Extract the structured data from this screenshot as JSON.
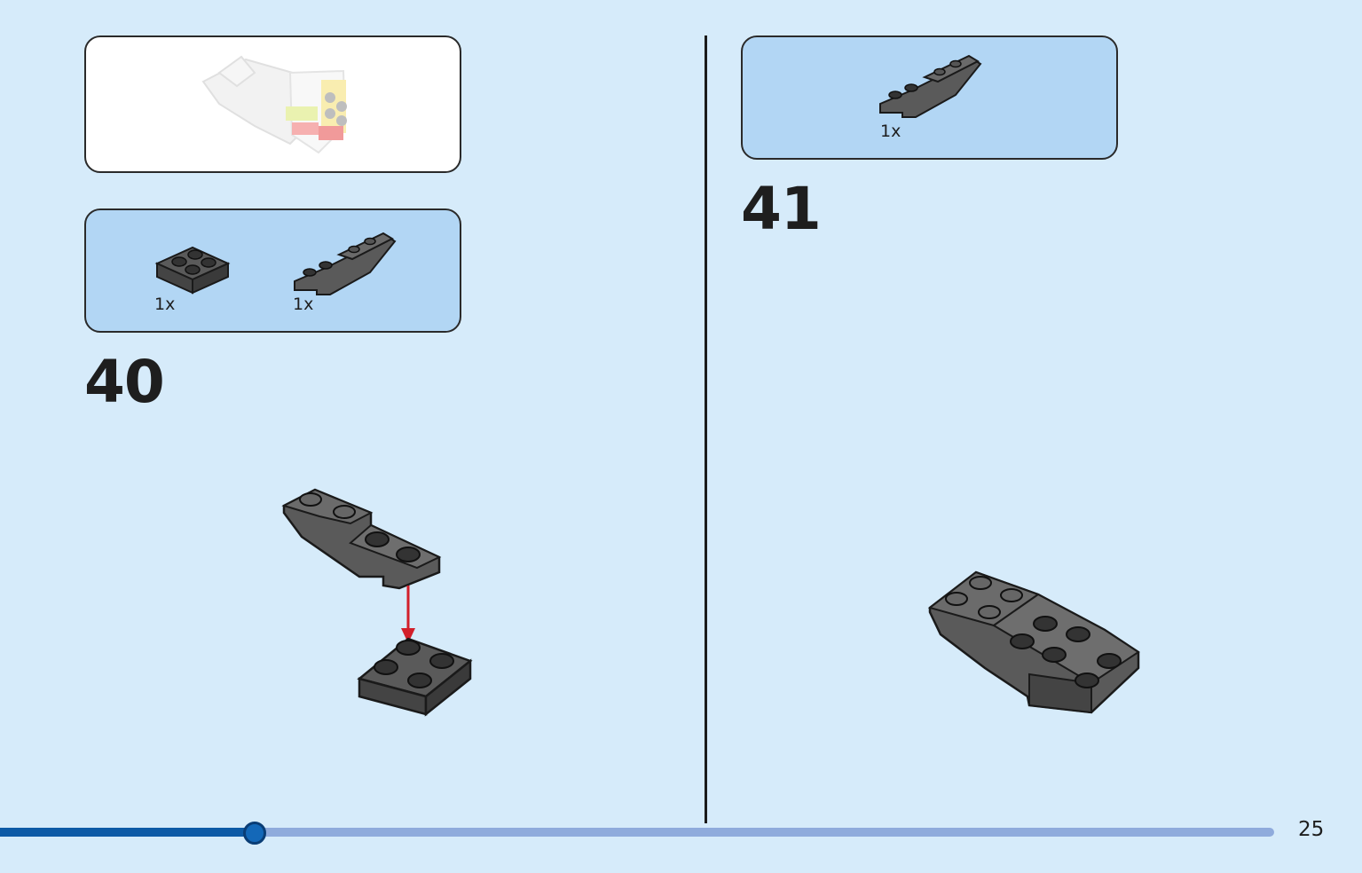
{
  "left_page": {
    "parts_list": [
      {
        "name": "plate-2x2",
        "quantity": "1x"
      },
      {
        "name": "curved-slope-brick",
        "quantity": "1x"
      }
    ],
    "step_number": "40"
  },
  "right_page": {
    "parts_list": [
      {
        "name": "curved-slope-brick",
        "quantity": "1x"
      }
    ],
    "step_number": "41"
  },
  "footer": {
    "page_number": "25",
    "progress_fraction": 0.2
  },
  "colors": {
    "background": "#d6ebfa",
    "parts_box": "#b2d6f4",
    "brick": "#5a5a5a",
    "arrow": "#d21f2a",
    "progress_fill": "#0d5aa6",
    "progress_track": "#8fabdc"
  }
}
